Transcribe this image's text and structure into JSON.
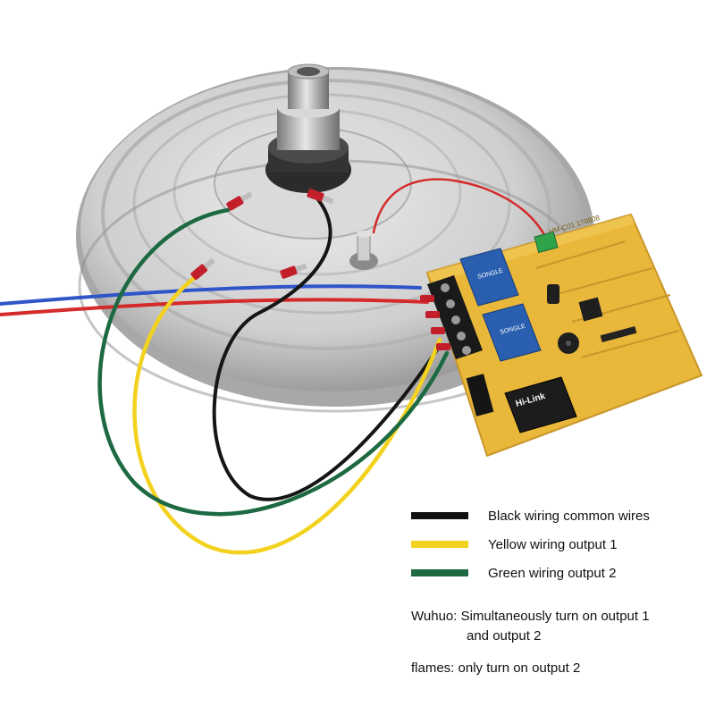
{
  "legend": [
    {
      "color": "#111111",
      "label": "Black wiring common wires"
    },
    {
      "color": "#f2d21e",
      "label": "Yellow wiring output 1"
    },
    {
      "color": "#1d6a42",
      "label": "Green wiring output 2"
    }
  ],
  "notes": {
    "wuhuo_line1": "Wuhuo: Simultaneously turn on output 1",
    "wuhuo_line2": "and output 2",
    "flames": "flames: only turn on output 2"
  },
  "board": {
    "module_brand": "Hi-Link",
    "relay_brand": "SONGLE",
    "serial": "HM-C01 170808"
  },
  "colors": {
    "board": "#e9b83a",
    "plate": "#c9c9c9",
    "relay": "#2a5fb0",
    "wire_red": "#d42a2a",
    "wire_blue": "#2f55c8"
  }
}
